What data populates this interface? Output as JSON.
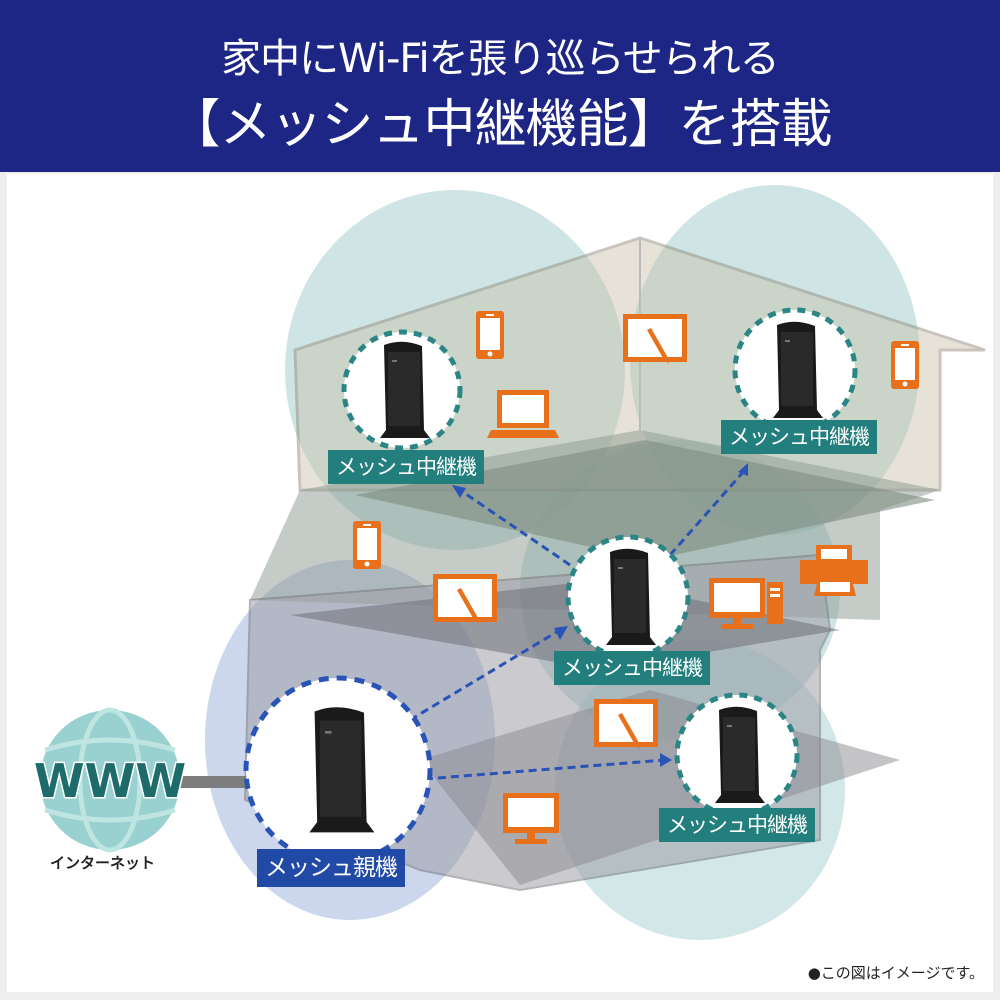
{
  "header": {
    "line1": "家中にWi-Fiを張り巡らせられる",
    "line2": "【メッシュ中継機能】を搭載",
    "background_color": "#1d2585"
  },
  "diagram": {
    "internet_label": "インターネット",
    "globe_text": "WWW",
    "parent_router_label": "メッシュ親機",
    "repeaters": [
      {
        "label": "メッシュ中継機",
        "position": "upper-left"
      },
      {
        "label": "メッシュ中継機",
        "position": "upper-right"
      },
      {
        "label": "メッシュ中継機",
        "position": "center"
      },
      {
        "label": "メッシュ中継機",
        "position": "lower-right"
      }
    ],
    "device_icons": [
      "smartphone-icon",
      "laptop-icon",
      "tablet-icon",
      "smartphone-icon",
      "smartphone-icon",
      "tablet-icon",
      "desktop-pc-icon",
      "printer-icon",
      "tablet-icon",
      "monitor-icon"
    ],
    "colors": {
      "teal_label": "#237e7e",
      "blue_label": "#2149a6",
      "device_orange": "#e8701a",
      "coverage_teal": "#9ccaca",
      "coverage_blue": "#a9b9de"
    }
  },
  "footer": {
    "note": "●この図はイメージです。"
  }
}
